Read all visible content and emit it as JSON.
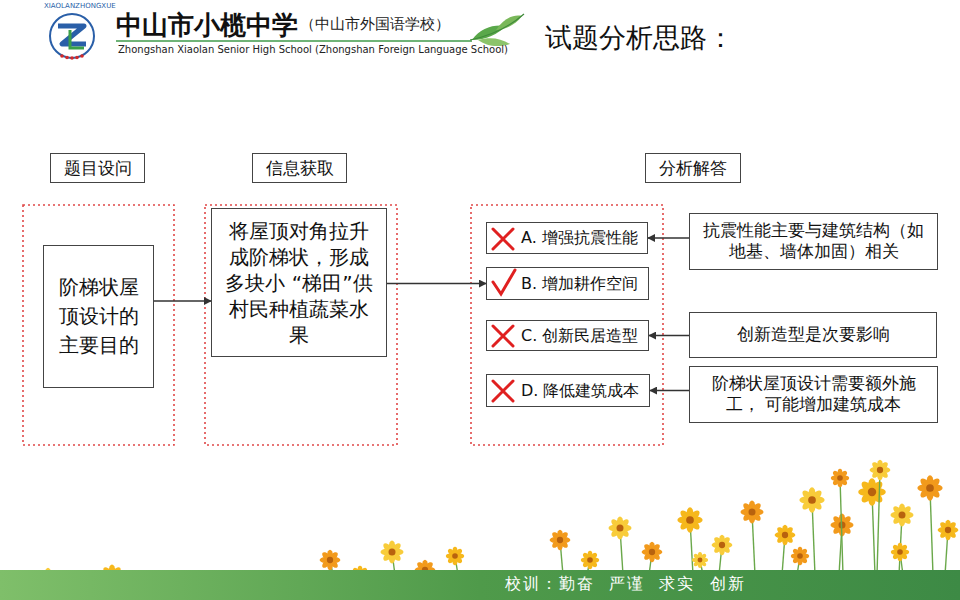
{
  "diagram": {
    "title": "试题分析思路：",
    "nodes": [
      {
        "text": [
          "题目设问"
        ]
      },
      {
        "text": [
          "信息获取"
        ]
      },
      {
        "text": [
          "分析解答"
        ]
      },
      {
        "text": [
          "阶梯状屋顶设计的主要目的"
        ]
      },
      {
        "text": [
          "将屋顶对角拉升成阶梯状，形成多块小 “梯田”供村民种植蔬菜水果"
        ]
      },
      {
        "text": [
          "A. 增强抗震性能"
        ]
      },
      {
        "text": [
          "B. 增加耕作空间"
        ]
      },
      {
        "text": [
          "C. 创新民居造型"
        ]
      },
      {
        "text": [
          "D. 降低建筑成本"
        ]
      },
      {
        "text": [
          "抗震性能主要与建筑结构（如地基、墙体加固）相关"
        ]
      },
      {
        "text": [
          "创新造型是次要影响"
        ]
      },
      {
        "text": [
          "阶梯状屋顶设计需要额外施工， 可能增加建筑成本"
        ]
      }
    ],
    "edges": [
      {
        "from": 3,
        "to": 4,
        "arrow": "to"
      },
      {
        "from": 4,
        "to": 6,
        "arrow": "to"
      },
      {
        "from": 9,
        "to": 5,
        "arrow": "to"
      },
      {
        "from": 10,
        "to": 7,
        "arrow": "to"
      },
      {
        "from": 11,
        "to": 8,
        "arrow": "to"
      }
    ],
    "labels": [
      "XIAOLANZHONGXUE",
      "中山市小榄中学",
      "（中山市外国语学校）",
      "Zhongshan Xiaolan Senior High School (Zhongshan Foreign Language School)",
      "校训：勤奋  严谨  求实  创新"
    ]
  }
}
